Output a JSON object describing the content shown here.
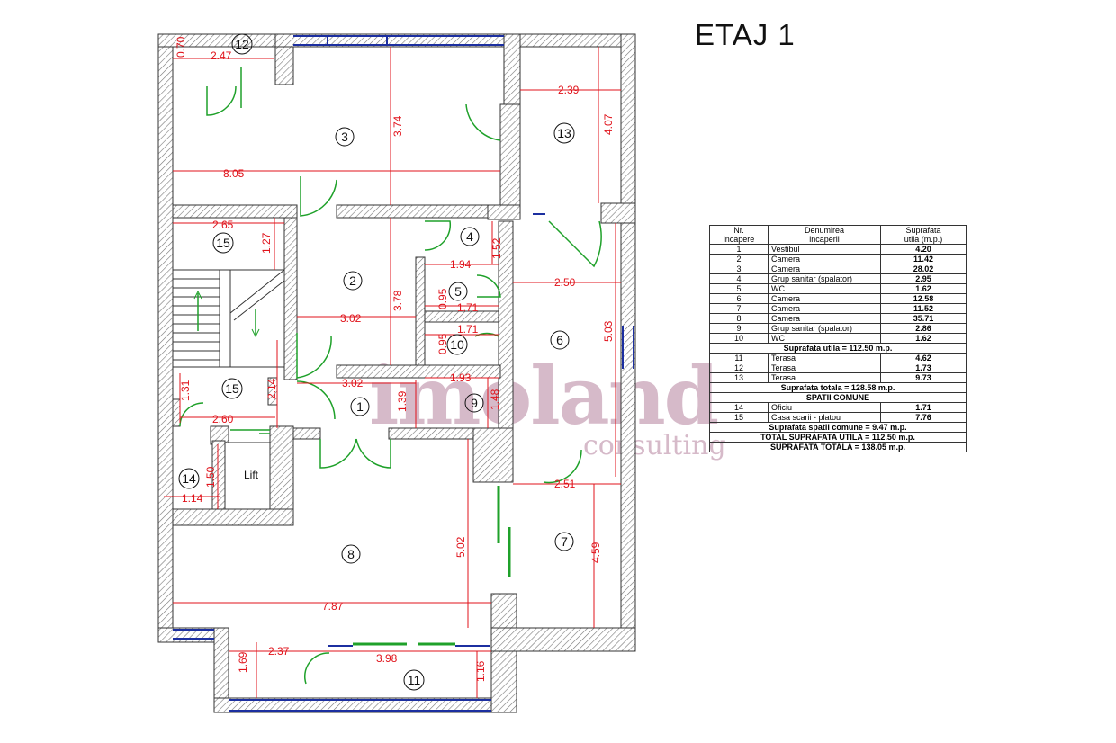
{
  "title": "ETAJ 1",
  "watermark": {
    "brand": "imoland",
    "sub": "consulting"
  },
  "colors": {
    "wall": "#555555",
    "dimension": "#e0131b",
    "door": "#1fa12a",
    "window": "#1c2fa0",
    "label": "#111111",
    "watermark": "#c9a3b8"
  },
  "rooms": [
    {
      "id": "room-1",
      "label": "1"
    },
    {
      "id": "room-2",
      "label": "2"
    },
    {
      "id": "room-3",
      "label": "3"
    },
    {
      "id": "room-4",
      "label": "4"
    },
    {
      "id": "room-5",
      "label": "5"
    },
    {
      "id": "room-6",
      "label": "6"
    },
    {
      "id": "room-7",
      "label": "7"
    },
    {
      "id": "room-8",
      "label": "8"
    },
    {
      "id": "room-9",
      "label": "9"
    },
    {
      "id": "room-10",
      "label": "10"
    },
    {
      "id": "room-11",
      "label": "11"
    },
    {
      "id": "room-12",
      "label": "12"
    },
    {
      "id": "room-13",
      "label": "13"
    },
    {
      "id": "room-14",
      "label": "14"
    },
    {
      "id": "room-15a",
      "label": "15"
    },
    {
      "id": "room-15b",
      "label": "15"
    }
  ],
  "lift_label": "Lift",
  "dimensions": {
    "d070": "0.70",
    "d247": "2.47",
    "d374": "3.74",
    "d805": "8.05",
    "d239": "2.39",
    "d407": "4.07",
    "d265": "2.65",
    "d127": "1.27",
    "d194": "1.94",
    "d152": "1.52",
    "d250": "2.50",
    "d095a": "0.95",
    "d171a": "1.71",
    "d302a": "3.02",
    "d378": "3.78",
    "d171b": "1.71",
    "d095b": "0.95",
    "d503": "5.03",
    "d214": "2.14",
    "d302b": "3.02",
    "d139": "1.39",
    "d193": "1.93",
    "d148": "1.48",
    "d131": "1.31",
    "d260": "2.60",
    "d150": "1.50",
    "d114": "1.14",
    "d251": "2.51",
    "d502": "5.02",
    "d459": "4.59",
    "d787": "7.87",
    "d237": "2.37",
    "d169": "1.69",
    "d398": "3.98",
    "d116": "1.16"
  },
  "table": {
    "headers": [
      "Nr.\nincapere",
      "Denumirea\nincaperii",
      "Suprafata\nutila (m.p.)"
    ],
    "rows_a": [
      [
        "1",
        "Vestibul",
        "4.20"
      ],
      [
        "2",
        "Camera",
        "11.42"
      ],
      [
        "3",
        "Camera",
        "28.02"
      ],
      [
        "4",
        "Grup sanitar (spalator)",
        "2.95"
      ],
      [
        "5",
        "WC",
        "1.62"
      ],
      [
        "6",
        "Camera",
        "12.58"
      ],
      [
        "7",
        "Camera",
        "11.52"
      ],
      [
        "8",
        "Camera",
        "35.71"
      ],
      [
        "9",
        "Grup sanitar (spalator)",
        "2.86"
      ],
      [
        "10",
        "WC",
        "1.62"
      ]
    ],
    "sum_utila": "Suprafata utila = 112.50 m.p.",
    "rows_b": [
      [
        "11",
        "Terasa",
        "4.62"
      ],
      [
        "12",
        "Terasa",
        "1.73"
      ],
      [
        "13",
        "Terasa",
        "9.73"
      ]
    ],
    "sum_totala": "Suprafata totala = 128.58 m.p.",
    "spatii_header": "SPATII COMUNE",
    "rows_c": [
      [
        "14",
        "Oficiu",
        "1.71"
      ],
      [
        "15",
        "Casa scarii - platou",
        "7.76"
      ]
    ],
    "sum_spatii": "Suprafata spatii comune = 9.47 m.p.",
    "total_utila": "TOTAL SUPRAFATA UTILA = 112.50 m.p.",
    "total_totala": "SUPRAFATA TOTALA = 138.05 m.p."
  }
}
